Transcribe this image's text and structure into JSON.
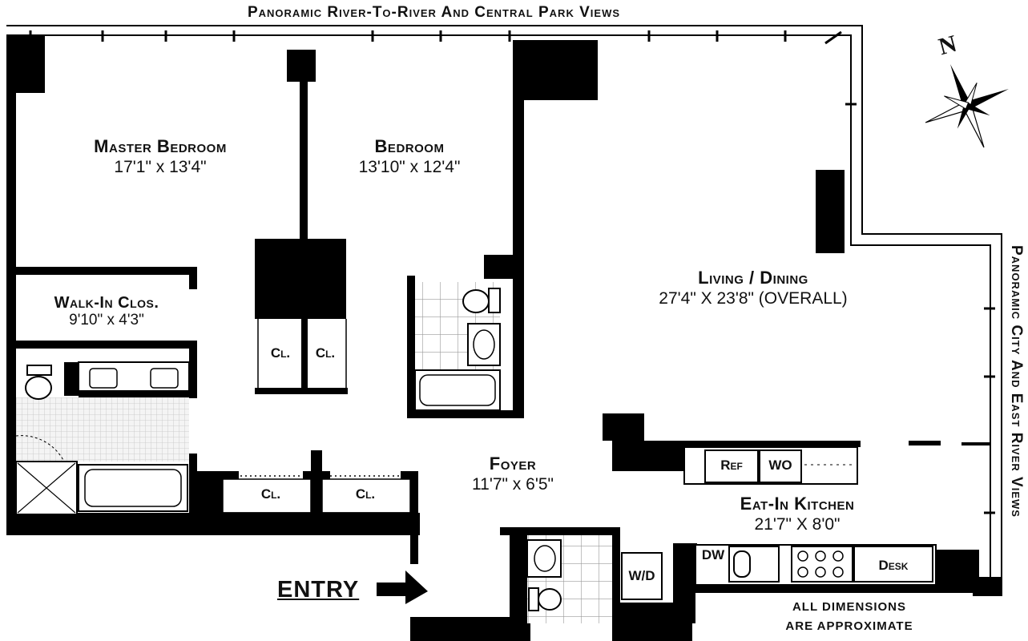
{
  "views": {
    "top": "Panoramic River-To-River And Central Park Views",
    "right": "Panoramic City And East River Views"
  },
  "compass": {
    "label": "N"
  },
  "rooms": {
    "master_bedroom": {
      "name": "Master Bedroom",
      "dims": "17'1\"  x  13'4\""
    },
    "bedroom": {
      "name": "Bedroom",
      "dims": "13'10\"  x  12'4\""
    },
    "walk_in_closet": {
      "name": "Walk-In Clos.",
      "dims": "9'10\"  x  4'3\""
    },
    "living_dining": {
      "name": "Living / Dining",
      "dims": "27'4\"  X  23'8\"  (OVERALL)"
    },
    "foyer": {
      "name": "Foyer",
      "dims": "11'7\"  x  6'5\""
    },
    "kitchen": {
      "name": "Eat-In Kitchen",
      "dims": "21'7\"  X  8'0\""
    }
  },
  "fixtures": {
    "closet1": "Cl.",
    "closet2": "Cl.",
    "closet3": "Cl.",
    "closet4": "Cl.",
    "ref": "Ref",
    "wo": "WO",
    "dw": "DW",
    "wd": "W/D",
    "desk": "Desk"
  },
  "entry": {
    "label": "ENTRY"
  },
  "note": {
    "line1": "ALL DIMENSIONS",
    "line2": "ARE APPROXIMATE"
  }
}
